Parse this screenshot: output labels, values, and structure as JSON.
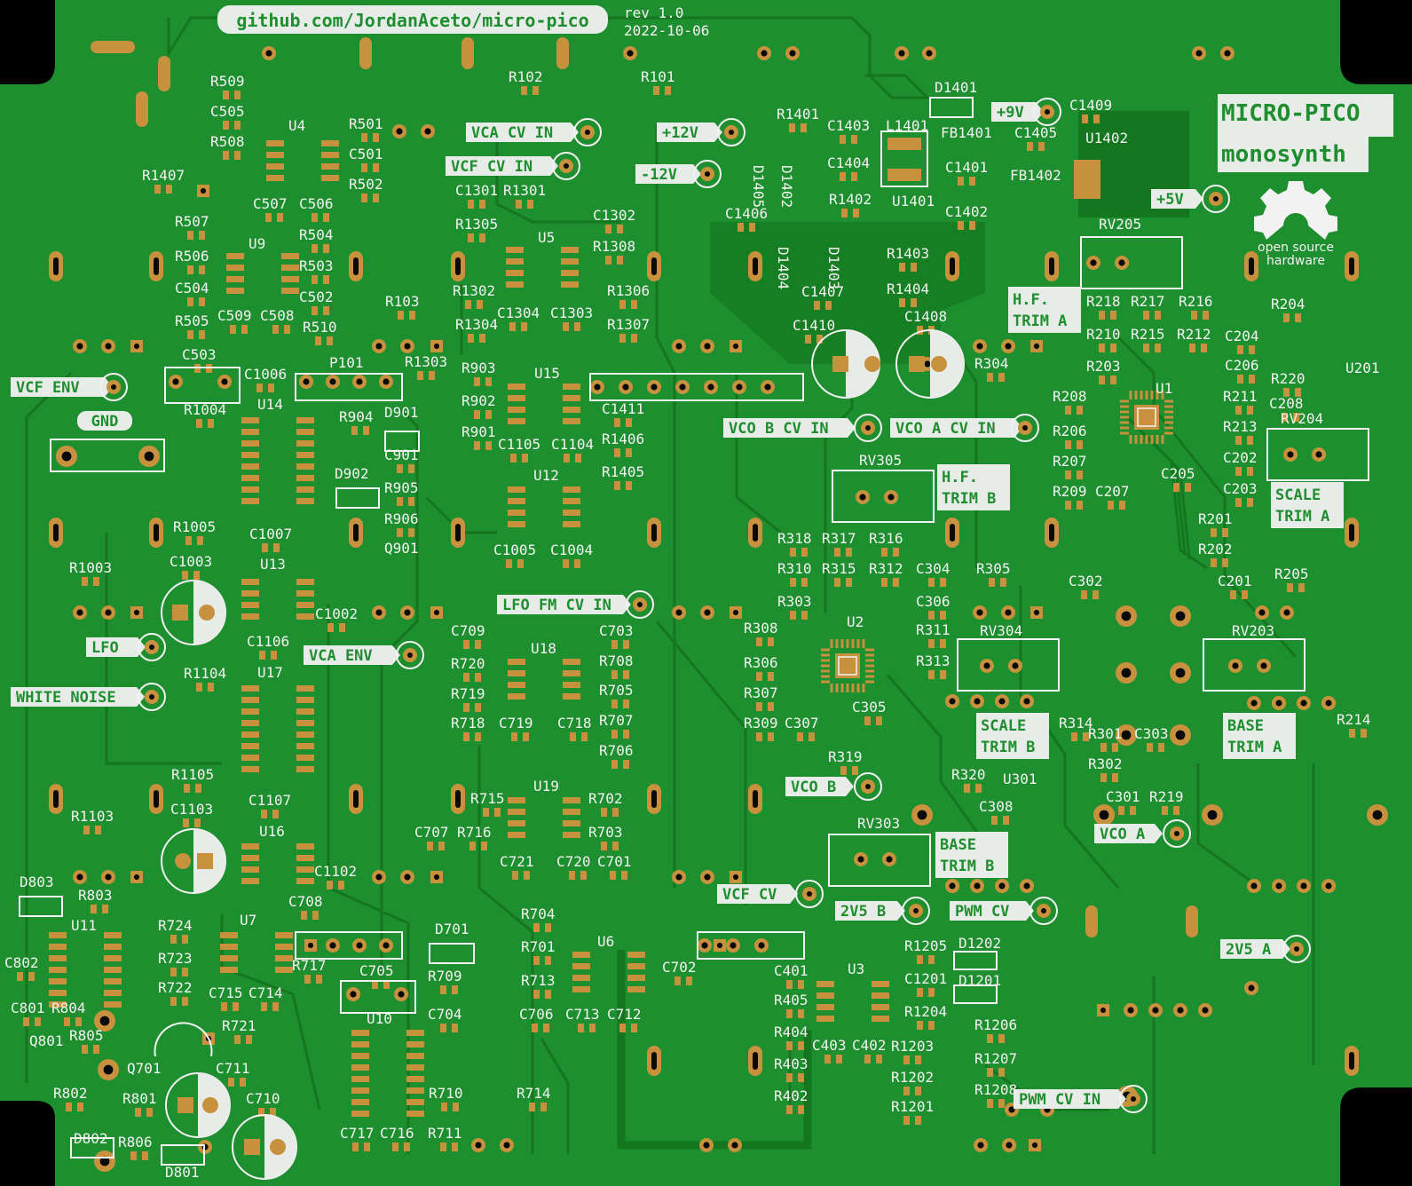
{
  "header": {
    "url": "github.com/JordanAceto/micro-pico",
    "rev": "rev 1.0",
    "date": "2022-10-06"
  },
  "title": {
    "line1": "MICRO-PICO",
    "line2": "monosynth"
  },
  "logo": {
    "icon": "open-hardware-gear-icon",
    "line1": "open source",
    "line2": "hardware"
  },
  "colors": {
    "board": "#1e8f2e",
    "trace": "#14761f",
    "pad": "#c8913d",
    "silk": "#f2f2f2",
    "background": "#000000"
  },
  "labels": {
    "vca_cv_in": "VCA CV IN",
    "vcf_cv_in": "VCF CV IN",
    "p12v": "+12V",
    "m12v": "-12V",
    "p9v": "+9V",
    "p5v": "+5V",
    "vcf_env": "VCF ENV",
    "gnd": "GND",
    "vco_b_cv_in": "VCO B CV IN",
    "vco_a_cv_in": "VCO A CV IN",
    "lfo_fm_cv_in": "LFO FM CV IN",
    "lfo": "LFO",
    "vca_env": "VCA ENV",
    "white_noise": "WHITE NOISE",
    "vco_b": "VCO B",
    "vco_a": "VCO A",
    "vcf_cv": "VCF CV",
    "v2v5_b": "2V5 B",
    "pwm_cv": "PWM CV",
    "v2v5_a": "2V5 A",
    "pwm_cv_in": "PWM CV IN",
    "hf_trim_a_1": "H.F.",
    "hf_trim_a_2": "TRIM A",
    "hf_trim_b_1": "H.F.",
    "hf_trim_b_2": "TRIM B",
    "scale_trim_a_1": "SCALE",
    "scale_trim_a_2": "TRIM A",
    "scale_trim_b_1": "SCALE",
    "scale_trim_b_2": "TRIM B",
    "base_trim_a_1": "BASE",
    "base_trim_a_2": "TRIM A",
    "base_trim_b_1": "BASE",
    "base_trim_b_2": "TRIM B"
  },
  "refs": {
    "r509": "R509",
    "c505": "C505",
    "r508": "R508",
    "u4": "U4",
    "r501": "R501",
    "c501": "C501",
    "r502": "R502",
    "r1407": "R1407",
    "c507": "C507",
    "c506": "C506",
    "r507": "R507",
    "u9": "U9",
    "r504": "R504",
    "r506": "R506",
    "r503": "R503",
    "c504": "C504",
    "c502": "C502",
    "r505": "R505",
    "c509": "C509",
    "c508": "C508",
    "r510": "R510",
    "r102": "R102",
    "r101": "R101",
    "r103": "R103",
    "c1301": "C1301",
    "r1301": "R1301",
    "c1302": "C1302",
    "r1305": "R1305",
    "u5": "U5",
    "r1308": "R1308",
    "r1302": "R1302",
    "r1306": "R1306",
    "c1304": "C1304",
    "c1303": "C1303",
    "r1304": "R1304",
    "r1307": "R1307",
    "c503": "C503",
    "c1006": "C1006",
    "p101": "P101",
    "r1303": "R1303",
    "r903": "R903",
    "u15": "U15",
    "r1004": "R1004",
    "u14": "U14",
    "r904": "R904",
    "d901": "D901",
    "r902": "R902",
    "c1411": "C1411",
    "r901": "R901",
    "c1105": "C1105",
    "c1104": "C1104",
    "r1406": "R1406",
    "c901": "C901",
    "d902": "D902",
    "r905": "R905",
    "u12": "U12",
    "r1405": "R1405",
    "r906": "R906",
    "r1005": "R1005",
    "c1007": "C1007",
    "q901": "Q901",
    "c1005": "C1005",
    "c1004": "C1004",
    "r1003": "R1003",
    "c1003": "C1003",
    "u13": "U13",
    "c1002": "C1002",
    "c1106": "C1106",
    "c709": "C709",
    "u18": "U18",
    "c703": "C703",
    "r720": "R720",
    "r708": "R708",
    "r1104": "R1104",
    "u17": "U17",
    "r719": "R719",
    "r705": "R705",
    "r718": "R718",
    "c719": "C719",
    "c718": "C718",
    "r707": "R707",
    "r706": "R706",
    "r1105": "R1105",
    "c1107": "C1107",
    "u19": "U19",
    "r715": "R715",
    "r702": "R702",
    "r1103": "R1103",
    "c1103": "C1103",
    "u16": "U16",
    "c707": "C707",
    "r716": "R716",
    "r703": "R703",
    "c1102": "C1102",
    "c721": "C721",
    "c720": "C720",
    "c701": "C701",
    "d803": "D803",
    "r803": "R803",
    "c708": "C708",
    "u11": "U11",
    "r724": "R724",
    "u7": "U7",
    "r704": "R704",
    "d701": "D701",
    "c802": "C802",
    "r723": "R723",
    "r717": "R717",
    "r701": "R701",
    "u6": "U6",
    "c705": "C705",
    "r709": "R709",
    "c702": "C702",
    "r722": "R722",
    "c715": "C715",
    "c714": "C714",
    "r713": "R713",
    "c801": "C801",
    "r804": "R804",
    "u10": "U10",
    "c704": "C704",
    "c706": "C706",
    "c713": "C713",
    "c712": "C712",
    "r721": "R721",
    "q801": "Q801",
    "r805": "R805",
    "q701": "Q701",
    "c711": "C711",
    "r710": "R710",
    "r714": "R714",
    "r802": "R802",
    "r801": "R801",
    "c710": "C710",
    "c717": "C717",
    "c716": "C716",
    "r711": "R711",
    "d802": "D802",
    "r806": "R806",
    "d801": "D801",
    "r1401": "R1401",
    "c1403": "C1403",
    "l1401": "L1401",
    "d1401": "D1401",
    "c1409": "C1409",
    "c1405": "C1405",
    "u1402": "U1402",
    "fb1401": "FB1401",
    "c1404": "C1404",
    "d1405": "D1405",
    "d1402": "D1402",
    "c1401": "C1401",
    "fb1402": "FB1402",
    "r1402": "R1402",
    "u1401": "U1401",
    "c1406": "C1406",
    "c1402": "C1402",
    "d1404": "D1404",
    "d1403": "D1403",
    "r1403": "R1403",
    "c1407": "C1407",
    "r1404": "R1404",
    "c1410": "C1410",
    "c1408": "C1408",
    "r304": "R304",
    "rv205": "RV205",
    "r218": "R218",
    "r217": "R217",
    "r216": "R216",
    "r204": "R204",
    "r210": "R210",
    "r215": "R215",
    "r212": "R212",
    "c204": "C204",
    "r203": "R203",
    "c206": "C206",
    "r220": "R220",
    "u201": "U201",
    "r208": "R208",
    "u1": "U1",
    "r211": "R211",
    "c208": "C208",
    "rv204": "RV204",
    "r206": "R206",
    "r213": "R213",
    "r207": "R207",
    "c202": "C202",
    "c205": "C205",
    "r209": "R209",
    "c207": "C207",
    "c203": "C203",
    "rv305": "RV305",
    "r201": "R201",
    "r318": "R318",
    "r317": "R317",
    "r316": "R316",
    "r202": "R202",
    "r310": "R310",
    "r315": "R315",
    "r312": "R312",
    "c304": "C304",
    "r305": "R305",
    "c201": "C201",
    "r205": "R205",
    "c302": "C302",
    "r303": "R303",
    "c306": "C306",
    "r311": "R311",
    "rv304": "RV304",
    "rv203": "RV203",
    "r308": "R308",
    "u2": "U2",
    "r313": "R313",
    "r306": "R306",
    "r307": "R307",
    "c305": "C305",
    "r309": "R309",
    "c307": "C307",
    "r314": "R314",
    "r301": "R301",
    "c303": "C303",
    "r214": "R214",
    "r319": "R319",
    "r302": "R302",
    "r320": "R320",
    "u301": "U301",
    "c308": "C308",
    "c301": "C301",
    "r219": "R219",
    "rv303": "RV303",
    "r1205": "R1205",
    "d1202": "D1202",
    "c401": "C401",
    "u3": "U3",
    "c1201": "C1201",
    "d1201": "D1201",
    "r405": "R405",
    "r1204": "R1204",
    "r1206": "R1206",
    "r404": "R404",
    "c403": "C403",
    "c402": "C402",
    "r1203": "R1203",
    "r1207": "R1207",
    "r403": "R403",
    "r1202": "R1202",
    "r1208": "R1208",
    "r402": "R402",
    "r1201": "R1201"
  }
}
